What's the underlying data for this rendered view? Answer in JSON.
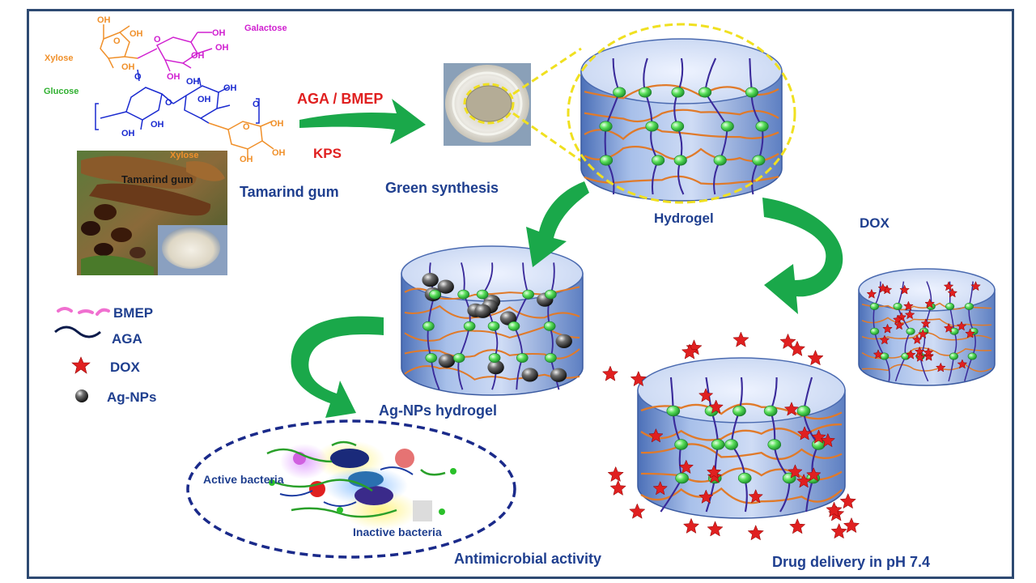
{
  "chemistry": {
    "sugars": {
      "xylose_top": "Xylose",
      "galactose": "Galactose",
      "glucose": "Glucose",
      "xylose_bottom": "Xylose"
    },
    "oh": "OH",
    "o": "O"
  },
  "photo_caption": "Tamarind gum",
  "labels": {
    "tamarind_gum": "Tamarind gum",
    "reagents": "AGA / BMEP",
    "initiator": "KPS",
    "green_synthesis": "Green synthesis",
    "hydrogel": "Hydrogel",
    "dox_step": "DOX",
    "ag_hydrogel": "Ag-NPs hydrogel",
    "active_bacteria": "Active bacteria",
    "inactive_bacteria": "Inactive bacteria",
    "antimicrobial": "Antimicrobial activity",
    "drug_delivery": "Drug delivery in pH 7.4"
  },
  "legend": [
    {
      "symbol": "pink-dash",
      "label": "BMEP"
    },
    {
      "symbol": "navy-wave",
      "label": "AGA"
    },
    {
      "symbol": "red-star",
      "label": "DOX"
    },
    {
      "symbol": "black-sphere",
      "label": "Ag-NPs"
    }
  ],
  "colors": {
    "frame": "#2e4a72",
    "navy_text": "#1f3f8f",
    "red_text": "#e02020",
    "arrow_green": "#1aa84a",
    "chain_orange": "#e07a2a",
    "chain_purple": "#3a2a9a",
    "node_green": "#4de04a",
    "xylose": "#f0902a",
    "galactose": "#d020d0",
    "glucose": "#30b030",
    "backbone": "#1a2ad0",
    "dashed_circle": "#f0e020"
  }
}
